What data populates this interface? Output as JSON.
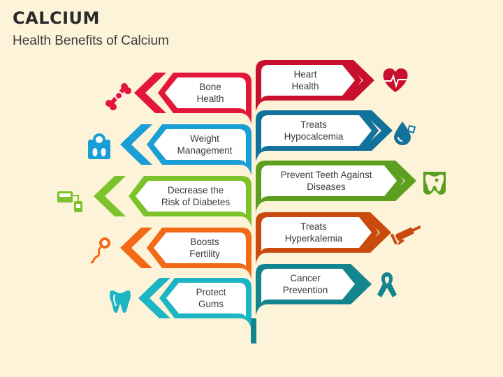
{
  "header": {
    "title": "CALCIUM",
    "subtitle": "Health Benefits of Calcium"
  },
  "colors": {
    "red": "#e3173a",
    "blue": "#1a9ed6",
    "green": "#7cc22a",
    "orange": "#f36a16",
    "cyan": "#1bb5c4",
    "dark_red": "#c8102e",
    "dark_blue": "#12729c",
    "dark_green": "#5c9e1e",
    "dark_orange": "#c94a0c",
    "dark_cyan": "#12858f"
  },
  "left_items": [
    {
      "label": "Bone\nHealth",
      "color": "red",
      "icon": "bone-icon"
    },
    {
      "label": "Weight\nManagement",
      "color": "blue",
      "icon": "weighing-scale-icon"
    },
    {
      "label": "Decrease the\nRisk of Diabetes",
      "color": "green",
      "icon": "glucose-meter-icon"
    },
    {
      "label": "Boosts\nFertility",
      "color": "orange",
      "icon": "sperm-icon"
    },
    {
      "label": "Protect\nGums",
      "color": "cyan",
      "icon": "tooth-icon"
    }
  ],
  "right_items": [
    {
      "label": "Heart\nHealth",
      "color": "dark_red",
      "icon": "heart-pulse-icon"
    },
    {
      "label": "Treats\nHypocalcemia",
      "color": "dark_blue",
      "icon": "drop-cube-icon"
    },
    {
      "label": "Prevent Teeth Against\nDiseases",
      "color": "dark_green",
      "icon": "tooth-decay-icon"
    },
    {
      "label": "Treats\nHyperkalemia",
      "color": "dark_orange",
      "icon": "syringe-icon"
    },
    {
      "label": "Cancer\nPrevention",
      "color": "dark_cyan",
      "icon": "ribbon-icon"
    }
  ]
}
